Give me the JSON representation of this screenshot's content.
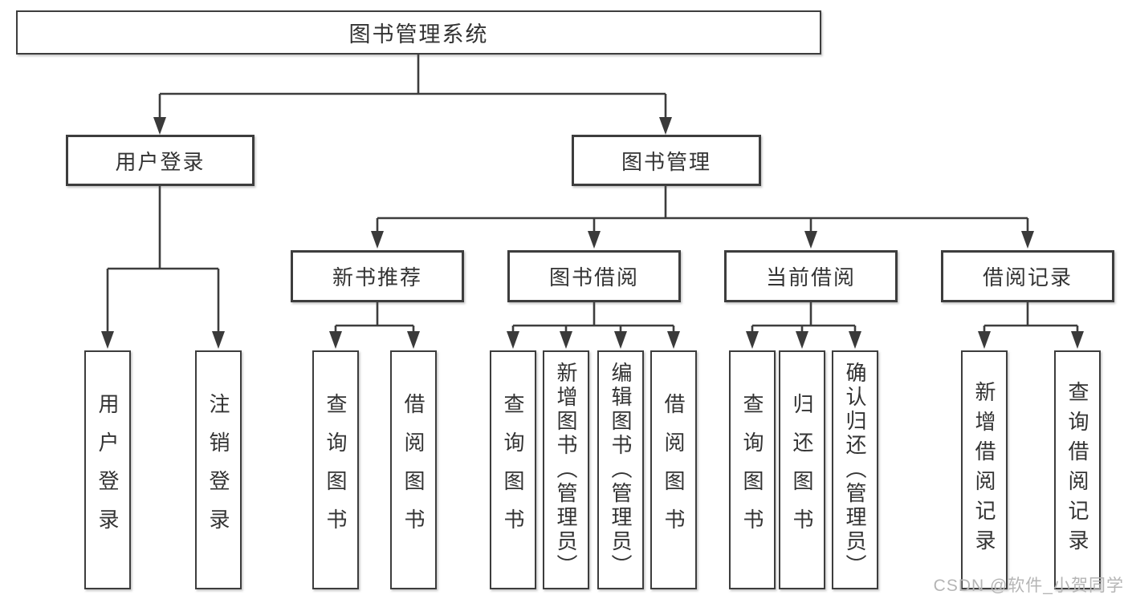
{
  "diagram": {
    "title": "图书管理系统",
    "root": {
      "label": "图书管理系统"
    },
    "level2": [
      {
        "label": "用户登录"
      },
      {
        "label": "图书管理"
      }
    ],
    "level3": [
      {
        "label": "新书推荐",
        "parent": "图书管理"
      },
      {
        "label": "图书借阅",
        "parent": "图书管理"
      },
      {
        "label": "当前借阅",
        "parent": "图书管理"
      },
      {
        "label": "借阅记录",
        "parent": "图书管理"
      }
    ],
    "leaves": [
      {
        "label": "用户登录",
        "parent": "用户登录"
      },
      {
        "label": "注销登录",
        "parent": "用户登录"
      },
      {
        "label": "查询图书",
        "parent": "新书推荐"
      },
      {
        "label": "借阅图书",
        "parent": "新书推荐"
      },
      {
        "label": "查询图书",
        "parent": "图书借阅"
      },
      {
        "label": "新增图书（管理员）",
        "parent": "图书借阅"
      },
      {
        "label": "编辑图书（管理员）",
        "parent": "图书借阅"
      },
      {
        "label": "借阅图书",
        "parent": "图书借阅"
      },
      {
        "label": "查询图书",
        "parent": "当前借阅"
      },
      {
        "label": "归还图书",
        "parent": "当前借阅"
      },
      {
        "label": "确认归还（管理员）",
        "parent": "当前借阅"
      },
      {
        "label": "新增借阅记录",
        "parent": "借阅记录"
      },
      {
        "label": "查询借阅记录",
        "parent": "借阅记录"
      }
    ],
    "watermark": "CSDN @软件_小贺同学",
    "colors": {
      "line": "#3d3d3d",
      "text": "#333333",
      "watermark": "#b5b5b5",
      "background": "#ffffff"
    }
  }
}
